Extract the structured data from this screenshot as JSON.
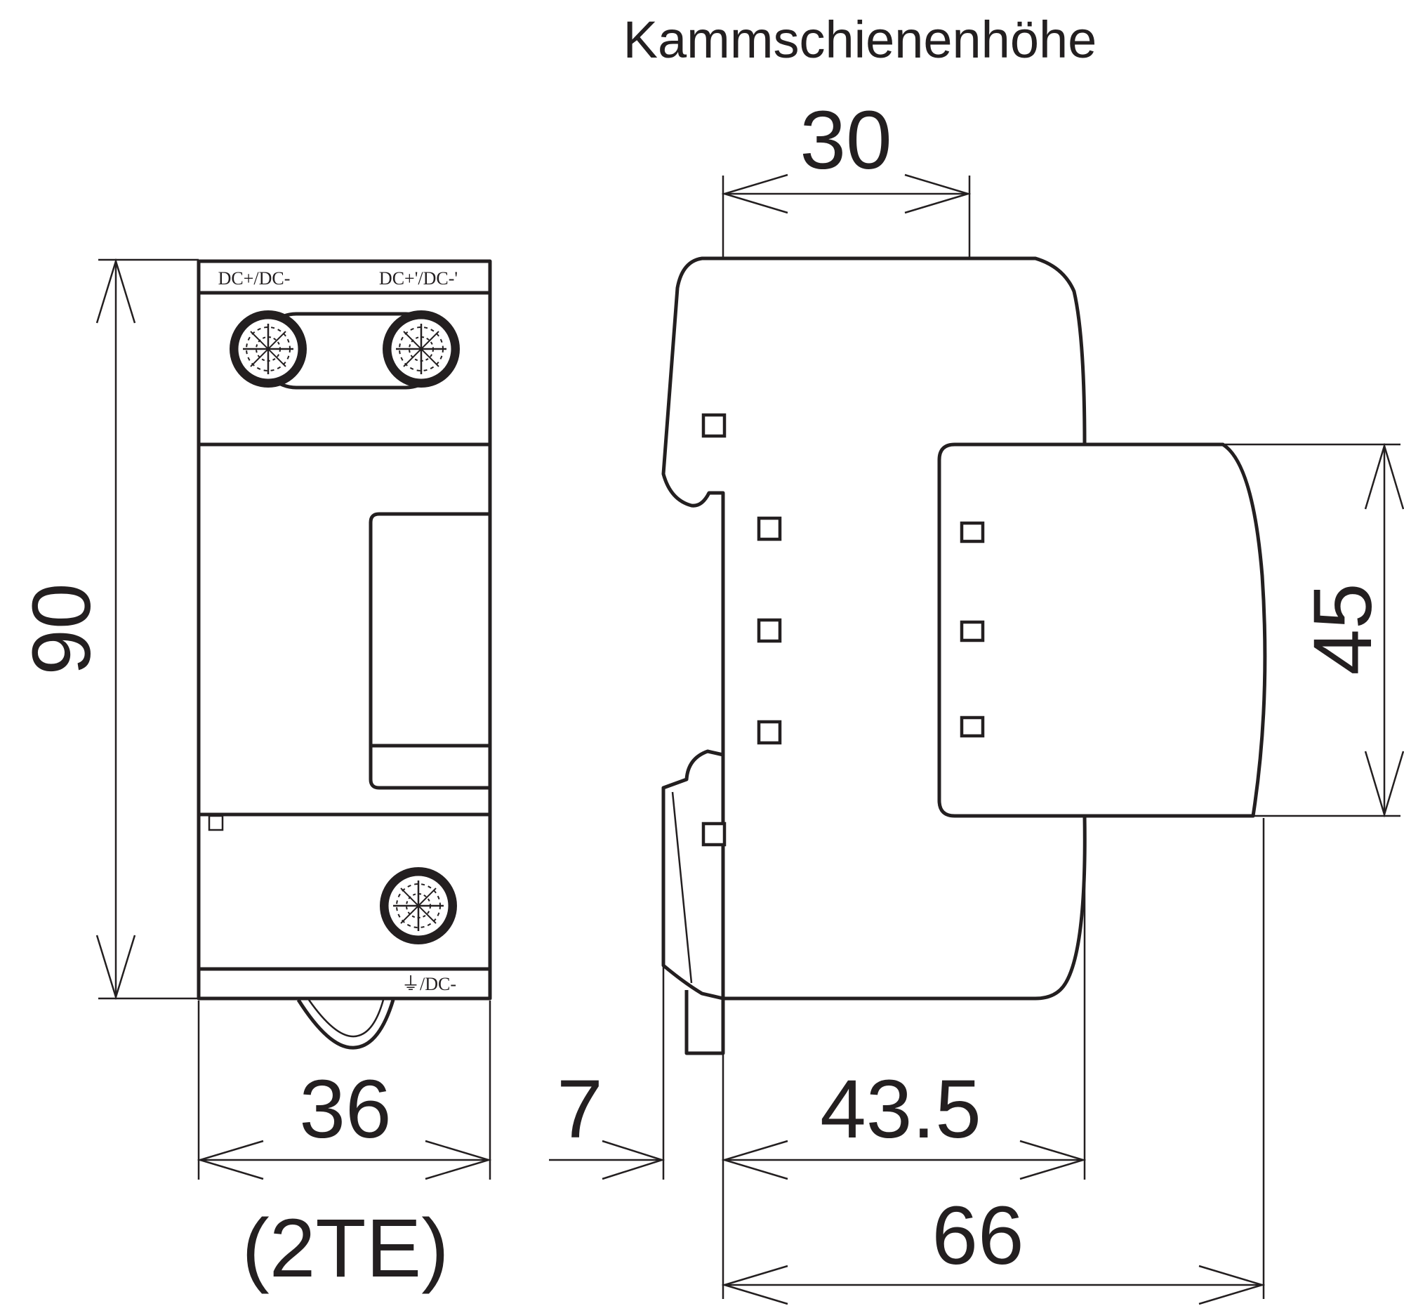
{
  "header": {
    "title": "Kammschienenhöhe"
  },
  "terminals": {
    "top_left": "DC+/DC-",
    "top_right": "DC+'/DC-'",
    "bottom": "⏚/DC-"
  },
  "dimensions": {
    "height_total": "90",
    "width_front": "36",
    "width_front_units": "(2TE)",
    "comb_busbar_height": "30",
    "module_height": "45",
    "rail_offset": "7",
    "depth_to_module": "43.5",
    "depth_total": "66"
  }
}
